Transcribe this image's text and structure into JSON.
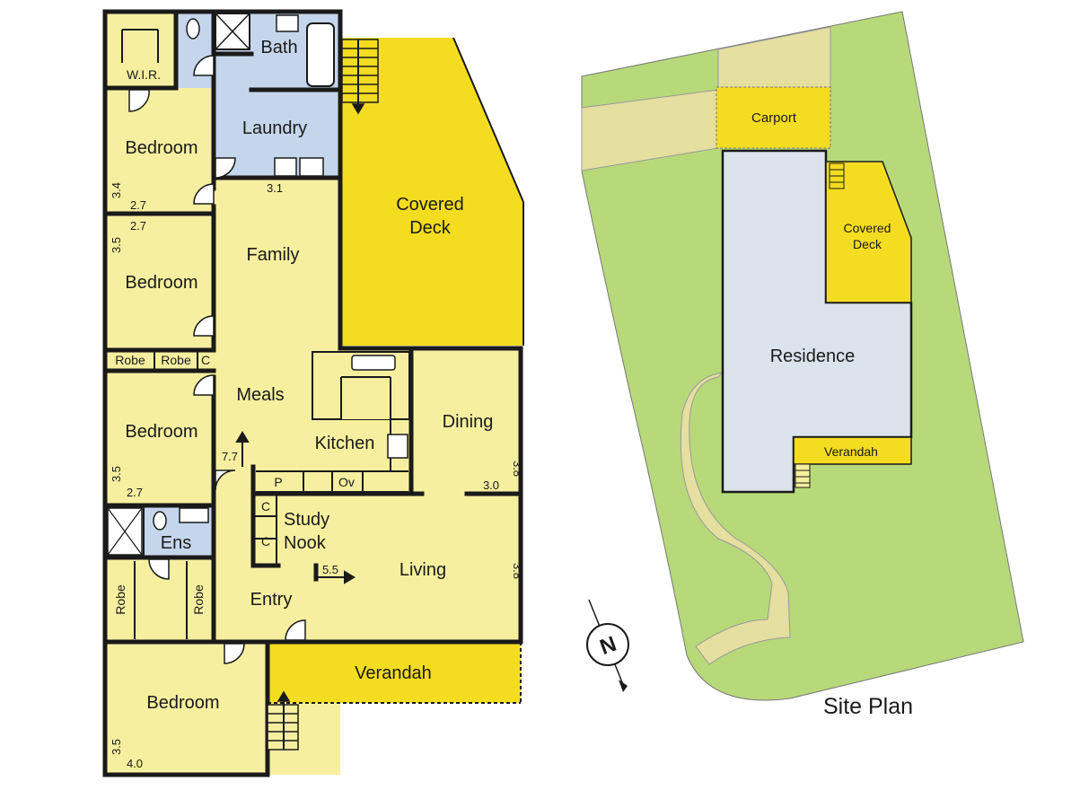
{
  "floor_plan": {
    "rooms": {
      "wir": "W.I.R.",
      "bath": "Bath",
      "laundry": "Laundry",
      "bedroom_1": "Bedroom",
      "bedroom_2": "Bedroom",
      "bedroom_3": "Bedroom",
      "bedroom_4": "Bedroom",
      "robe_1": "Robe",
      "robe_2": "Robe",
      "robe_3": "Robe",
      "robe_4": "Robe",
      "c_1": "C",
      "c_2": "C",
      "c_3": "C",
      "family": "Family",
      "covered_deck_1": "Covered",
      "covered_deck_2": "Deck",
      "meals": "Meals",
      "kitchen": "Kitchen",
      "dining": "Dining",
      "pantry": "P",
      "oven": "Ov",
      "study_1": "Study",
      "study_2": "Nook",
      "ens": "Ens",
      "living": "Living",
      "entry": "Entry",
      "verandah": "Verandah"
    },
    "dimensions": {
      "bed1_h": "3.4",
      "bed1_w": "2.7",
      "bed2_w": "2.7",
      "bed2_h": "3.5",
      "bed3_h": "3.5",
      "bed3_w": "2.7",
      "bed4_h": "3.5",
      "bed4_w": "4.0",
      "family_w": "3.1",
      "meals_l": "7.7",
      "dining_h": "3.8",
      "dining_w": "3.0",
      "living_h": "3.8",
      "living_w": "5.5"
    }
  },
  "site_plan": {
    "title": "Site Plan",
    "carport": "Carport",
    "residence": "Residence",
    "covered_deck_1": "Covered",
    "covered_deck_2": "Deck",
    "verandah": "Verandah",
    "north_letter": "N"
  },
  "colors": {
    "room_yellow": "#f6ef9f",
    "deck_yellow": "#f4dc20",
    "wet_blue": "#c5d6ec",
    "wall": "#1a1a1a",
    "lawn_green": "#b8d97a",
    "path_tan": "#e5dfa0",
    "residence_blue": "#dbe3ec"
  }
}
